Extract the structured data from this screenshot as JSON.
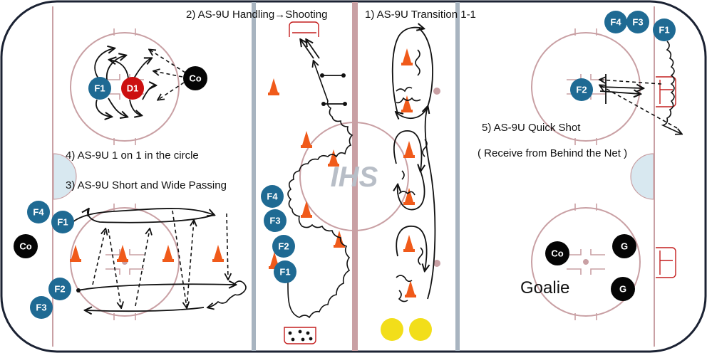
{
  "drills": {
    "d1": "1) AS-9U Transition 1-1",
    "d2": "2) AS-9U Handling→Shooting",
    "d3": "3) AS-9U Short and Wide Passing",
    "d4": "4) AS-9U 1 on 1 in the circle",
    "d5": "5) AS-9U Quick Shot",
    "d5_sub": "( Receive from Behind the Net )"
  },
  "goalie_label": "Goalie",
  "logo_text": "IHS",
  "players": {
    "z4": {
      "f1": "F1",
      "d1": "D1",
      "co": "Co"
    },
    "z3": {
      "f4": "F4",
      "f1": "F1",
      "co": "Co",
      "f2": "F2",
      "f3": "F3"
    },
    "z2": {
      "f4": "F4",
      "f3": "F3",
      "f2": "F2",
      "f1": "F1"
    },
    "z5": {
      "f4": "F4",
      "f3": "F3",
      "f1": "F1",
      "f2": "F2"
    },
    "zg": {
      "co": "Co",
      "g1": "G",
      "g2": "G"
    }
  },
  "colors": {
    "forward": "#1f6a93",
    "defense": "#cc1010",
    "coach": "#050505",
    "cone": "#f05a1a",
    "center_line": "#c9a0a4",
    "blue_line": "#a8b4c0",
    "crease": "#d8e8f0",
    "puck_ball": "#f2de1a"
  },
  "icons": [
    "cone-icon",
    "net-icon",
    "puck-icon",
    "ball-icon",
    "arrow-icon"
  ]
}
